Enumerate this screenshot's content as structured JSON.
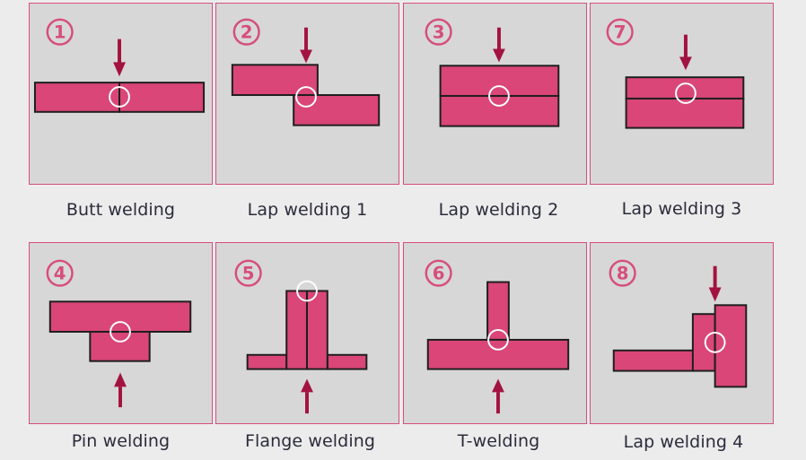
{
  "colors": {
    "background": "#ececec",
    "panel": "#d7d7d7",
    "panel_border": "#d64e7c",
    "plate_fill": "#d94677",
    "outline": "#1e1e1e",
    "arrow": "#a3133f",
    "badge": "#d64e7c",
    "weld_marker": "#ffffff",
    "caption": "#2b2b3c"
  },
  "panels": [
    {
      "badge": "1",
      "caption": "Butt welding",
      "icon": "butt-joint-icon"
    },
    {
      "badge": "2",
      "caption": "Lap welding 1",
      "icon": "lap-joint-offset-icon"
    },
    {
      "badge": "3",
      "caption": "Lap welding 2",
      "icon": "stacked-plates-icon"
    },
    {
      "badge": "7",
      "caption": "Lap welding 3",
      "icon": "stacked-plates-thin-icon"
    },
    {
      "badge": "4",
      "caption": "Pin welding",
      "icon": "pin-joint-icon"
    },
    {
      "badge": "5",
      "caption": "Flange welding",
      "icon": "flange-joint-icon"
    },
    {
      "badge": "6",
      "caption": "T-welding",
      "icon": "t-joint-icon"
    },
    {
      "badge": "8",
      "caption": "Lap welding 4",
      "icon": "corner-lap-joint-icon"
    }
  ]
}
